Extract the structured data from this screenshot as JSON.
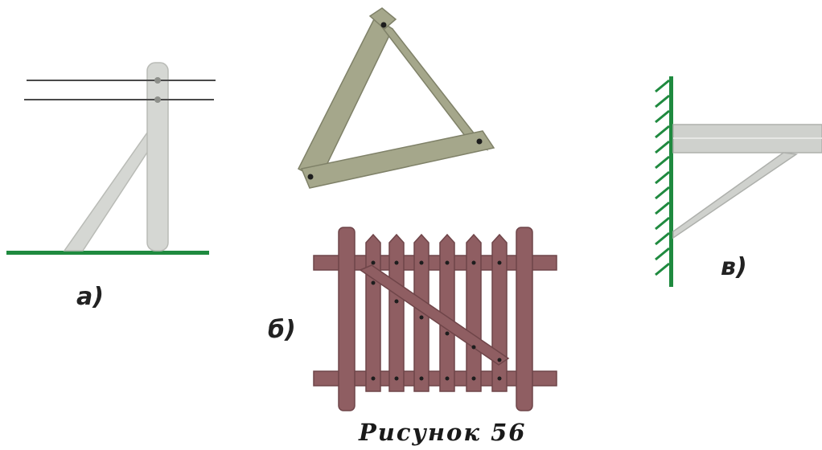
{
  "labels": {
    "a": "а)",
    "b": "б)",
    "v": "в)"
  },
  "caption": "Рисунок 56",
  "colors": {
    "pole": "#d5d7d3",
    "pole_edge": "#b9bbb6",
    "ground": "#1f8a3f",
    "wire": "#4a4a4a",
    "plank": "#a5a78b",
    "plank_edge": "#7f8168",
    "fence": "#8f5e62",
    "fence_edge": "#6f4549",
    "nail": "#1d1d1d",
    "wall": "#1f8a3f",
    "bracket": "#cfd1cd"
  }
}
